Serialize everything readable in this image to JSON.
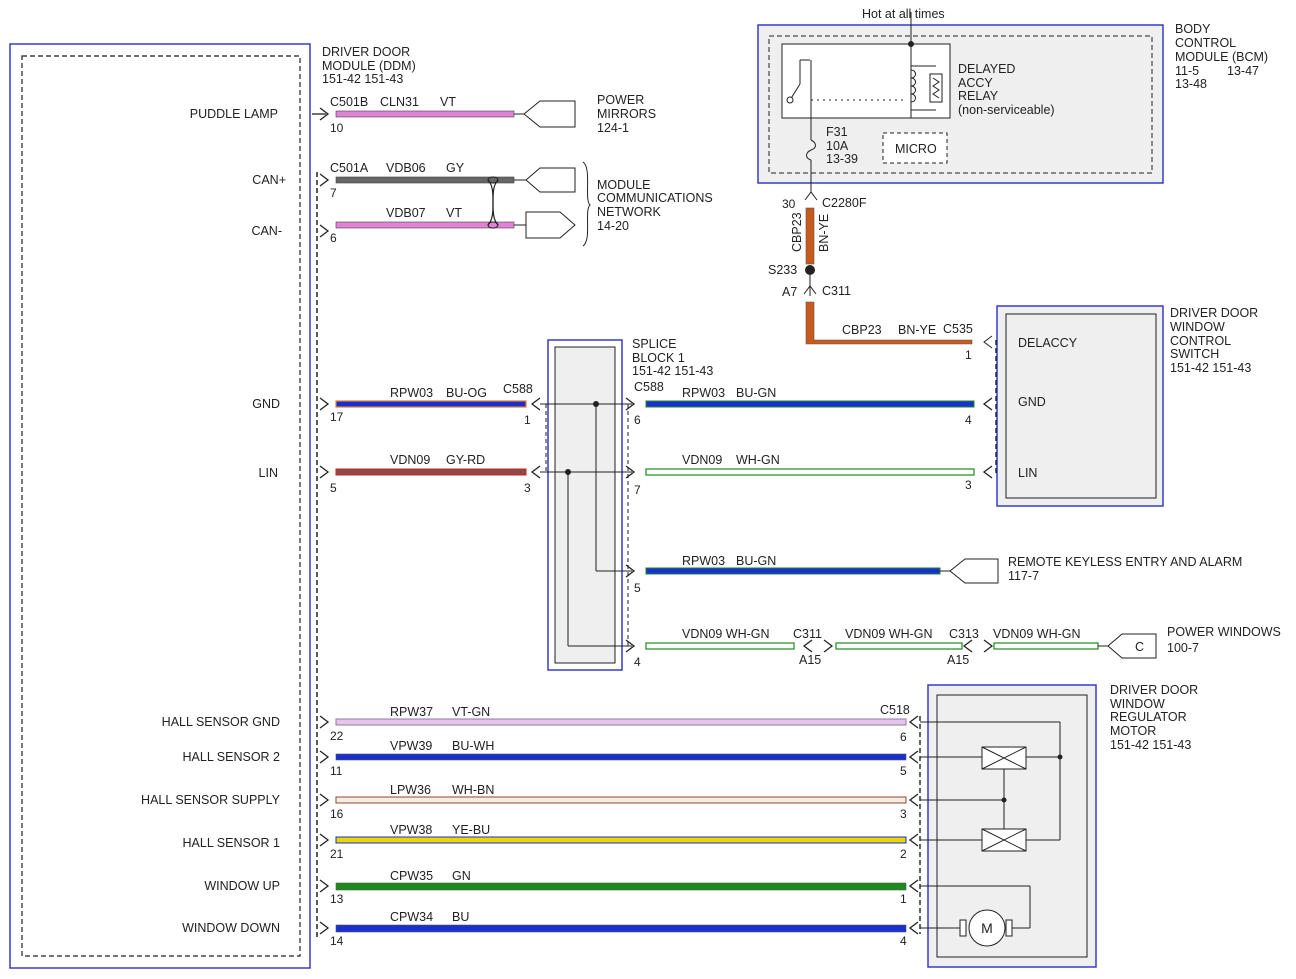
{
  "top": {
    "hot_label": "Hot at all times"
  },
  "bcm": {
    "title": [
      "BODY",
      "CONTROL",
      "MODULE (BCM)"
    ],
    "refs": [
      "11-5",
      "13-47",
      "13-48"
    ],
    "relay": [
      "DELAYED",
      "ACCY",
      "RELAY",
      "(non-serviceable)"
    ],
    "fuse": [
      "F31",
      "10A",
      "13-39"
    ],
    "micro": "MICRO"
  },
  "ddm": {
    "title": [
      "DRIVER DOOR",
      "MODULE (DDM)",
      "151-42  151-43"
    ]
  },
  "ddm_pins": [
    {
      "label": "PUDDLE LAMP"
    },
    {
      "label": "CAN+"
    },
    {
      "label": "CAN-"
    },
    {
      "label": "GND"
    },
    {
      "label": "LIN"
    },
    {
      "label": "HALL SENSOR GND"
    },
    {
      "label": "HALL SENSOR 2"
    },
    {
      "label": "HALL SENSOR SUPPLY"
    },
    {
      "label": "HALL SENSOR 1"
    },
    {
      "label": "WINDOW UP"
    },
    {
      "label": "WINDOW DOWN"
    }
  ],
  "wires": {
    "puddle": {
      "connector": "C501B",
      "circuit": "CLN31",
      "color": "VT",
      "pin": "10"
    },
    "can_plus": {
      "connector": "C501A",
      "circuit": "VDB06",
      "color": "GY",
      "pin": "7"
    },
    "can_minus": {
      "circuit": "VDB07",
      "color": "VT",
      "pin": "6"
    },
    "gnd_left": {
      "circuit": "RPW03",
      "color": "BU-OG",
      "connector": "C588",
      "pin_left": "17",
      "pin_right": "1"
    },
    "lin_left": {
      "circuit": "VDN09",
      "color": "GY-RD",
      "pin_left": "5",
      "pin_right": "3"
    },
    "gnd_right": {
      "connector": "C588",
      "circuit": "RPW03",
      "color": "BU-GN",
      "pin_left": "6",
      "pin_right": "4"
    },
    "lin_right": {
      "circuit": "VDN09",
      "color": "WH-GN",
      "pin_left": "7",
      "pin_right": "3"
    },
    "rke": {
      "circuit": "RPW03",
      "color": "BU-GN",
      "pin": "5"
    },
    "pw": {
      "seg1": "VDN09   WH-GN",
      "c311": "C311",
      "a15a": "A15",
      "seg2": "VDN09 WH-GN",
      "c313": "C313",
      "a15b": "A15",
      "seg3": "VDN09   WH-GN",
      "pin": "4"
    },
    "feed": {
      "pin30": "30",
      "c2280f": "C2280F",
      "circuit": "CBP23",
      "color": "BN-YE",
      "splice": "S233",
      "a7": "A7",
      "c311": "C311",
      "h_circuit": "CBP23",
      "h_color": "BN-YE",
      "c535": "C535",
      "pin": "1"
    }
  },
  "motor_wires": [
    {
      "circuit": "RPW37",
      "color": "VT-GN",
      "pin_left": "22",
      "pin_right": "6",
      "connector": "C518"
    },
    {
      "circuit": "VPW39",
      "color": "BU-WH",
      "pin_left": "11",
      "pin_right": "5"
    },
    {
      "circuit": "LPW36",
      "color": "WH-BN",
      "pin_left": "16",
      "pin_right": "3"
    },
    {
      "circuit": "VPW38",
      "color": "YE-BU",
      "pin_left": "21",
      "pin_right": "2"
    },
    {
      "circuit": "CPW35",
      "color": "GN",
      "pin_left": "13",
      "pin_right": "1"
    },
    {
      "circuit": "CPW34",
      "color": "BU",
      "pin_left": "14",
      "pin_right": "4"
    }
  ],
  "power_mirrors": [
    "POWER",
    "MIRRORS",
    "124-1"
  ],
  "mcn": [
    "MODULE",
    "COMMUNICATIONS",
    "NETWORK",
    "14-20"
  ],
  "splice_block": [
    "SPLICE",
    "BLOCK 1",
    "151-42  151-43"
  ],
  "dws": {
    "title": [
      "DRIVER DOOR",
      "WINDOW",
      "CONTROL",
      "SWITCH",
      "151-42  151-43"
    ],
    "pins": [
      "DELACCY",
      "GND",
      "LIN"
    ]
  },
  "rke_label": [
    "REMOTE KEYLESS ENTRY AND ALARM",
    "117-7"
  ],
  "power_windows": {
    "label": [
      "POWER WINDOWS",
      "100-7"
    ],
    "connector_letter": "C"
  },
  "motor": {
    "title": [
      "DRIVER DOOR",
      "WINDOW",
      "REGULATOR",
      "MOTOR",
      "151-42  151-43"
    ],
    "symbol": "M"
  },
  "colors": {
    "VT": "#e083d6",
    "GY": "#666666",
    "BU": "#1a2fd0",
    "OG": "#e08030",
    "RD": "#cc2020",
    "GN": "#1c8a1c",
    "WH": "#ffffff",
    "BN": "#8a4a20",
    "YE": "#e8d800",
    "outline": "#3a3acc"
  }
}
